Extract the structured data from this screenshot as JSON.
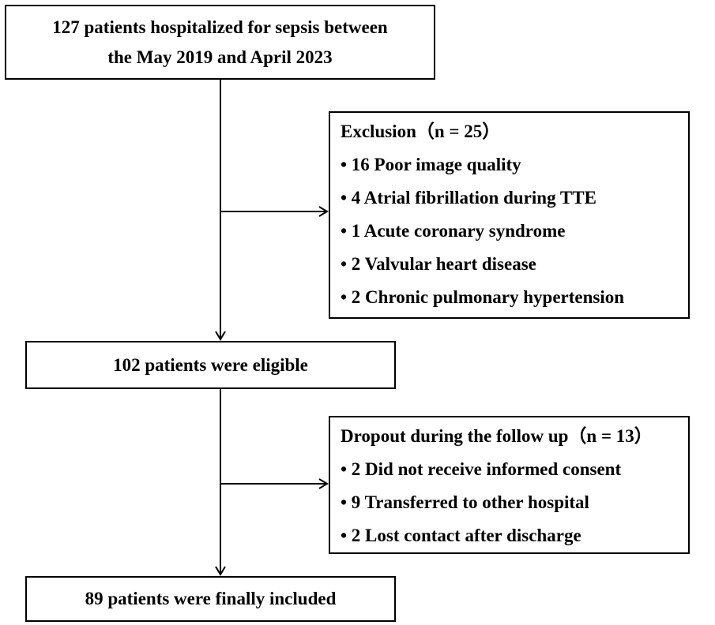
{
  "start": {
    "line1": "127 patients hospitalized for sepsis between",
    "line2": "the May 2019 and April 2023"
  },
  "exclusion": {
    "title": "Exclusion（n = 25）",
    "items": [
      "• 16 Poor image quality",
      "• 4 Atrial fibrillation during TTE",
      "• 1 Acute coronary syndrome",
      "• 2 Valvular heart disease",
      "• 2 Chronic pulmonary hypertension"
    ]
  },
  "eligible": {
    "label": "102 patients were eligible"
  },
  "dropout": {
    "title": "Dropout during the follow up（n = 13）",
    "items": [
      "• 2  Did not receive informed consent",
      "• 9  Transferred to other hospital",
      "• 2  Lost contact after discharge"
    ]
  },
  "final": {
    "label": "89 patients were finally included"
  }
}
